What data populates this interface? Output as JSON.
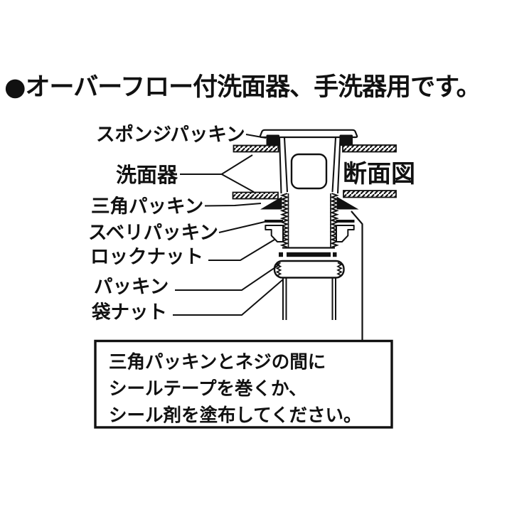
{
  "page": {
    "background_color": "#ffffff",
    "ink_color": "#111111"
  },
  "title": "●オーバーフロー付洗面器、手洗器用です。",
  "diagram": {
    "view_label": "断面図",
    "labels": {
      "sponge_packing": "スポンジパッキン",
      "basin": "洗面器",
      "triangle_packing": "三角パッキン",
      "slip_packing": "スベリパッキン",
      "lock_nut": "ロックナット",
      "packing": "パッキン",
      "cap_nut": "袋ナット"
    }
  },
  "note": {
    "lines": [
      "三角パッキンとネジの間に",
      "シールテープを巻くか、",
      "シール剤を塗布してください。"
    ]
  }
}
